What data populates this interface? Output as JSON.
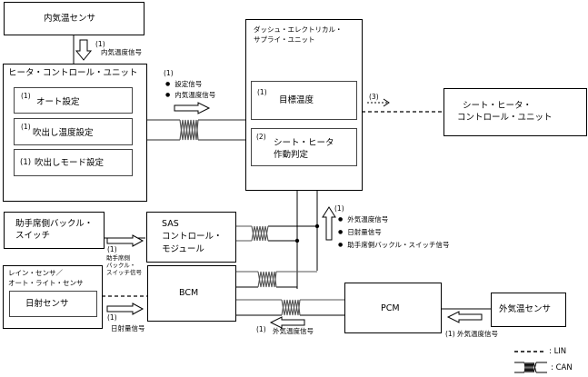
{
  "components": {
    "cabin_temp_sensor": {
      "label": "内気温センサ"
    },
    "heater_control_unit": {
      "label": "ヒータ・コントロール・ユニット",
      "items": [
        {
          "num": "(1)",
          "label": "オート設定"
        },
        {
          "num": "(1)",
          "label": "吹出し温度設定"
        },
        {
          "num": "(1)",
          "label": "吹出しモード設定"
        }
      ]
    },
    "dash_electrical_supply_unit": {
      "label_line1": "ダッシュ・エレクトリカル・",
      "label_line2": "サプライ・ユニット",
      "items": [
        {
          "num": "(1)",
          "label": "目標温度"
        },
        {
          "num": "(2)",
          "label_line1": "シート・ヒータ",
          "label_line2": "作動判定"
        }
      ]
    },
    "seat_heater_control_unit": {
      "label_line1": "シート・ヒータ・",
      "label_line2": "コントロール・ユニット"
    },
    "passenger_buckle_switch": {
      "label_line1": "助手席側バックル・",
      "label_line2": "スイッチ"
    },
    "sas_control_module": {
      "label_line1": "SAS",
      "label_line2": "コントロール・",
      "label_line3": "モジュール"
    },
    "rain_light_sensor": {
      "label_line1": "レイン・センサ／",
      "label_line2": "オート・ライト・センサ",
      "inner_label": "日射センサ"
    },
    "bcm": {
      "label": "BCM"
    },
    "pcm": {
      "label": "PCM"
    },
    "ambient_temp_sensor": {
      "label": "外気温センサ"
    }
  },
  "signals": {
    "cabin_temp": {
      "num": "(1)",
      "label": "内気温度信号"
    },
    "hcu_to_desu": {
      "num": "(1)",
      "items": [
        "設定信号",
        "内気温度信号"
      ]
    },
    "desu_to_seat": {
      "num": "(3)"
    },
    "to_desu_from_bus": {
      "num": "(1)",
      "items": [
        "外気温度信号",
        "日射量信号",
        "助手席側バックル・スイッチ信号"
      ]
    },
    "buckle_signal": {
      "num": "(1)",
      "label_line1": "助手席側",
      "label_line2": "バックル・",
      "label_line3": "スイッチ信号"
    },
    "solar_signal": {
      "num": "(1)",
      "label": "日射量信号"
    },
    "ambient_bcm": {
      "num": "(1)",
      "label": "外気温度信号"
    },
    "ambient_pcm": {
      "num": "(1)",
      "label": "外気温度信号"
    }
  },
  "legend": {
    "lin_label": ": LIN",
    "can_label": ": CAN"
  }
}
